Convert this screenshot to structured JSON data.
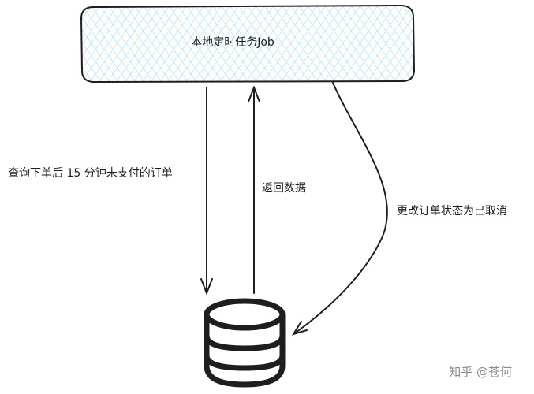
{
  "job_box": {
    "title": "本地定时任务Job"
  },
  "arrows": {
    "query_label": "查询下单后 15 分钟未支付的订单",
    "return_label": "返回数据",
    "update_label": "更改订单状态为已取消"
  },
  "watermark": "知乎 @苍何",
  "colors": {
    "stroke": "#1e1e1e",
    "box_hatch": "#a5d8ff",
    "watermark": "#8a8a8a"
  }
}
